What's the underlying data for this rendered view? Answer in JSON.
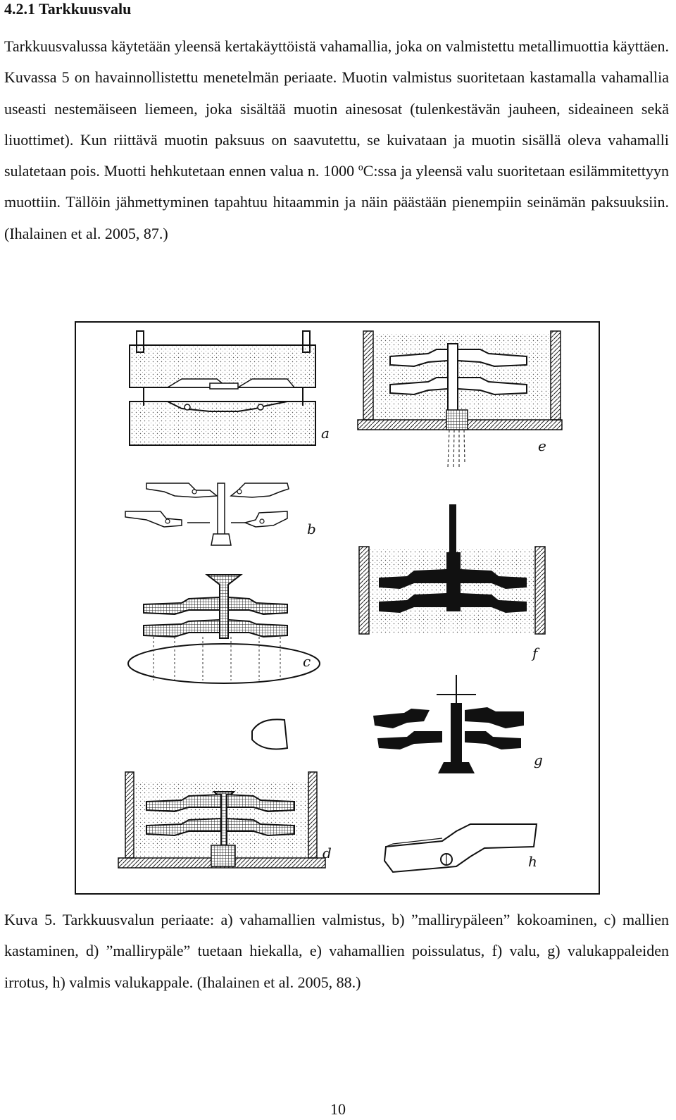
{
  "heading": "4.2.1 Tarkkuusvalu",
  "body_paragraph": "Tarkkuusvalussa käytetään yleensä kertakäyttöistä vahamallia, joka on valmistettu metallimuottia käyttäen. Kuvassa 5 on havainnollistettu menetelmän periaate. Muotin valmistus suoritetaan kastamalla vahamallia useasti nestemäiseen liemeen, joka sisältää muotin ainesosat (tulenkestävän jauheen, sideaineen sekä liuottimet). Kun riittävä muotin paksuus on saavutettu, se kuivataan ja muotin sisällä oleva vahamalli sulatetaan pois. Muotti hehkutetaan ennen valua n. 1000 ºC:ssa ja yleensä valu suoritetaan esilämmitettyyn muottiin. Tällöin jähmettyminen tapahtuu hitaammin ja näin päästään pienempiin seinämän paksuuksiin. (Ihalainen et al. 2005, 87.)",
  "figure": {
    "panel_labels": [
      "a",
      "b",
      "c",
      "d",
      "e",
      "f",
      "g",
      "h"
    ]
  },
  "caption": "Kuva 5. Tarkkuusvalun periaate: a) vahamallien valmistus, b) ”mallirypäleen” kokoaminen, c) mallien kastaminen, d) ”mallirypäle” tuetaan hiekalla, e) vahamallien poissulatus, f) valu, g) valukappaleiden irrotus, h) valmis valukappale. (Ihalainen et al. 2005, 88.)",
  "page_number": "10"
}
